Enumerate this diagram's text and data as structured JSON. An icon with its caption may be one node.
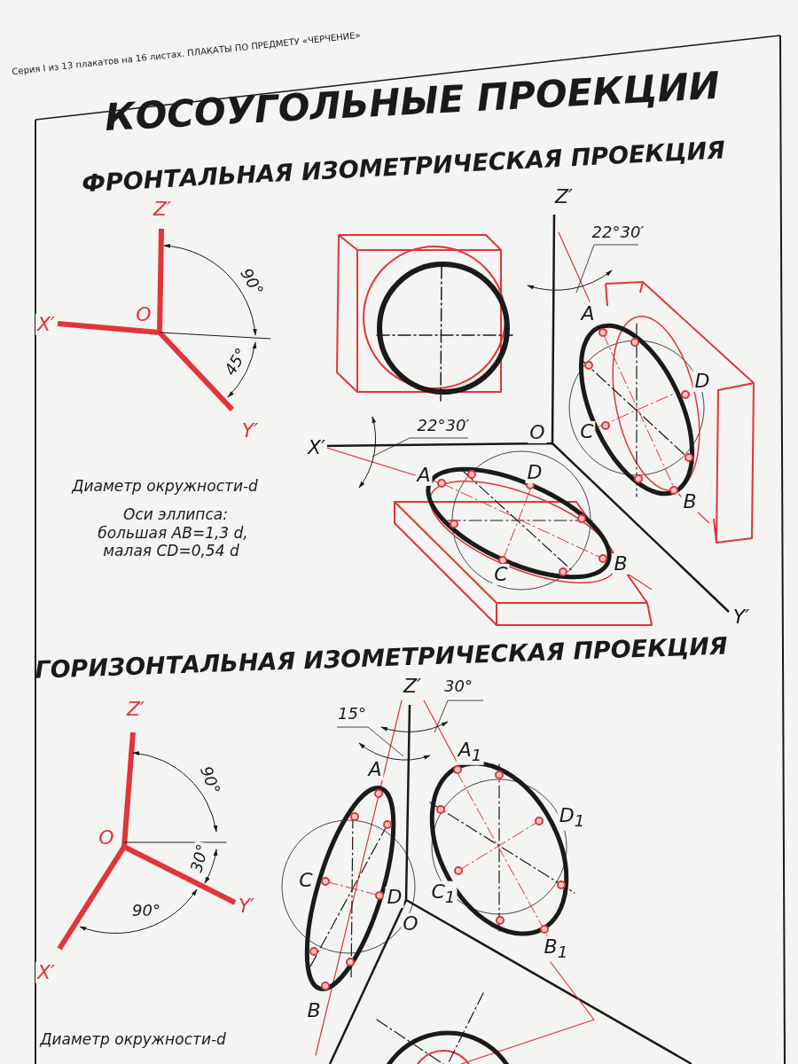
{
  "diagram": {
    "title": "КОСОУГОЛЬНЫЕ ПРОЕКЦИИ",
    "labels": [
      "Серия I из 13 плакатов на 16 листах. ПЛАКАТЫ ПО ПРЕДМЕТУ «ЧЕРЧЕНИЕ»",
      "ФРОНТАЛЬНАЯ ИЗОМЕТРИЧЕСКАЯ ПРОЕКЦИЯ",
      "Z′",
      "90°",
      "X′",
      "O",
      "45°",
      "Y′",
      "Z′",
      "22°30′",
      "A",
      "D",
      "C",
      "O",
      "X′",
      "22°30′",
      "B",
      "A",
      "D",
      "B",
      "C",
      "Y′",
      "Диаметр окружности-d",
      "Оси эллипса:",
      "большая AB=1,3 d,",
      "малая CD=0,54 d",
      "ГОРИЗОНТАЛЬНАЯ ИЗОМЕТРИЧЕСКАЯ ПРОЕКЦИЯ",
      "Z′",
      "30°",
      "15°",
      "Z′",
      "90°",
      "O",
      "30°",
      "Y′",
      "90°",
      "X′",
      "A",
      "A$_{1}$",
      "D$_{1}$",
      "C",
      "D",
      "C$_{1}$",
      "O",
      "B$_{1}$",
      "B",
      "Диаметр окружности-d"
    ]
  }
}
